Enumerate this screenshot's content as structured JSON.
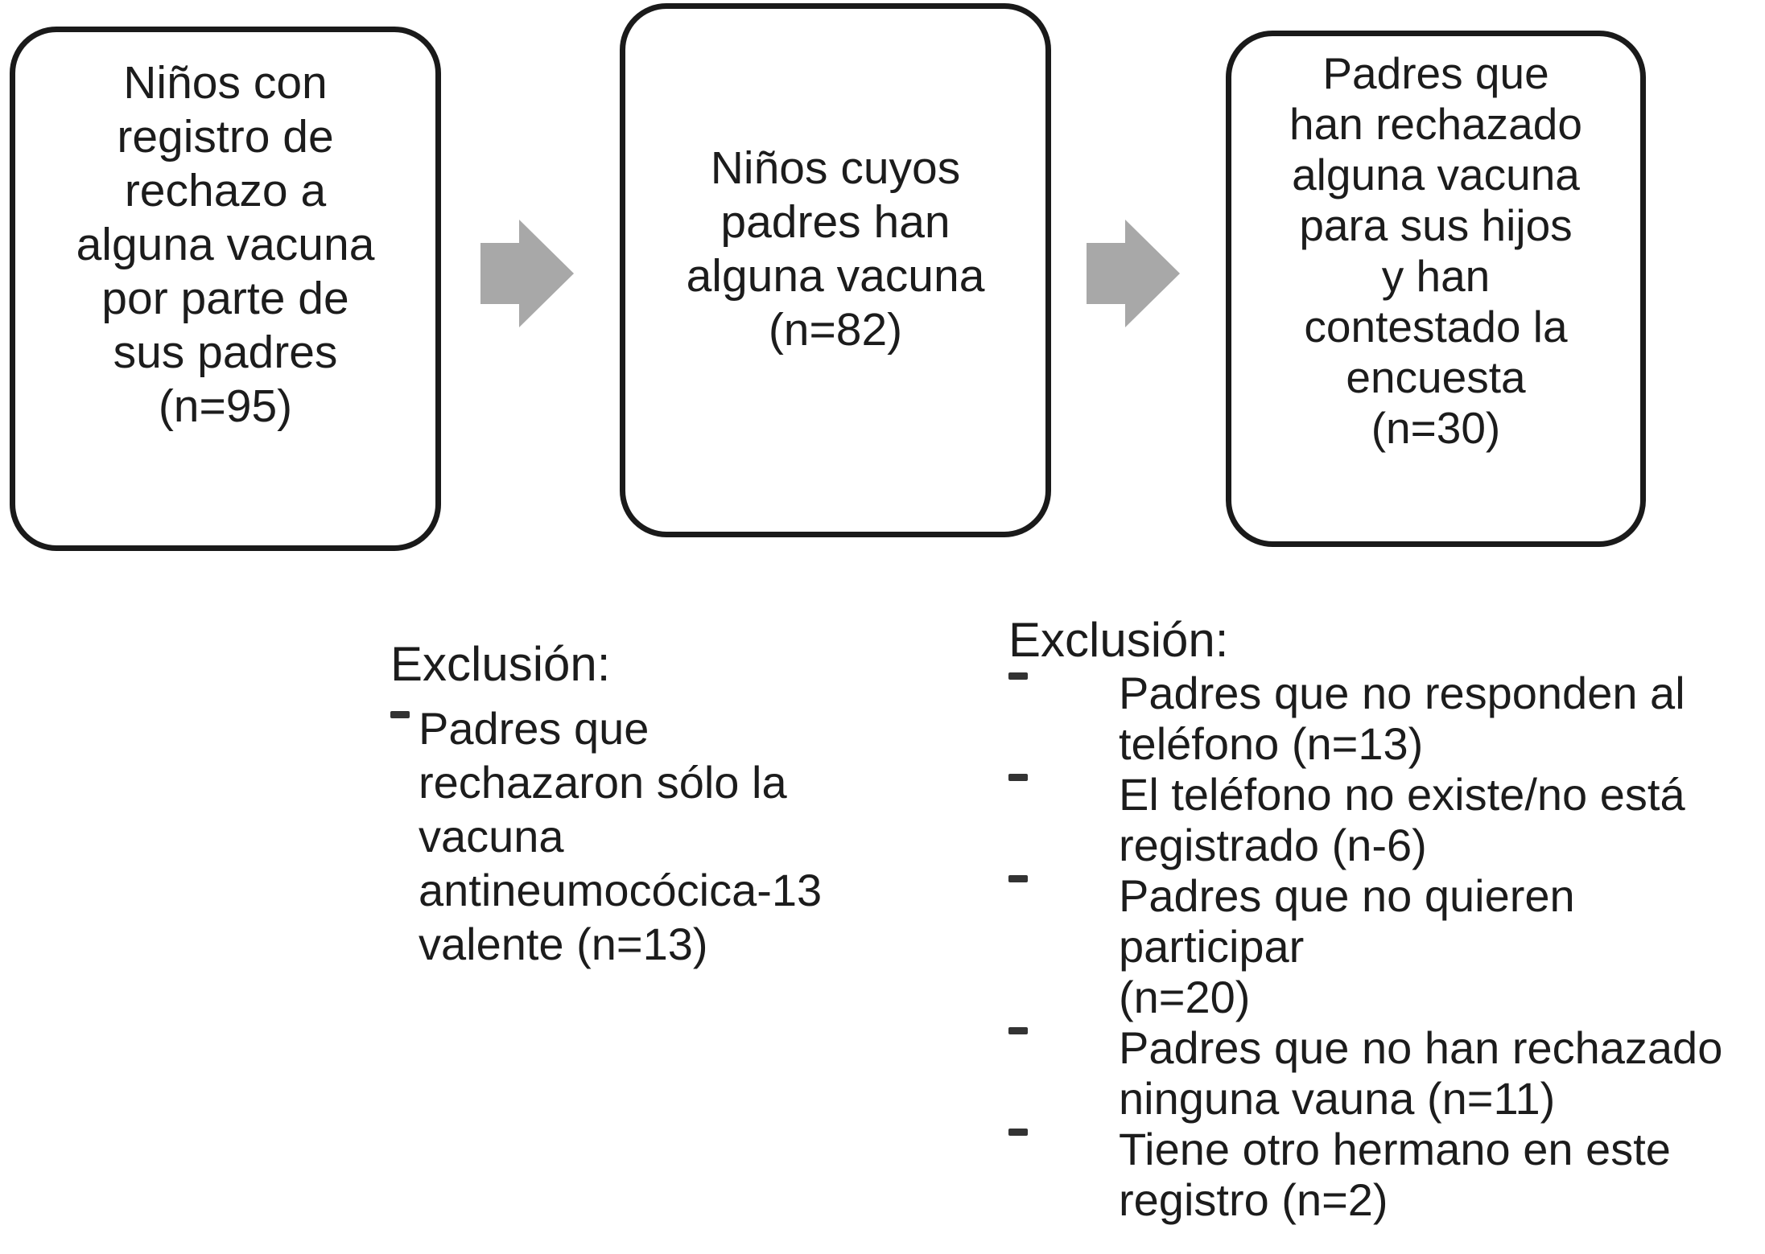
{
  "figure": {
    "boxes": [
      {
        "text": "Niños con\nregistro de\nrechazo a\nalguna vacuna\npor parte de\nsus padres\n(n=95)"
      },
      {
        "text": "Niños cuyos\npadres han\nalguna vacuna\n(n=82)"
      },
      {
        "text": "Padres que\nhan rechazado\nalguna vacuna\npara sus hijos\ny han\ncontestado la\nencuesta\n(n=30)"
      }
    ],
    "exclusion_left": {
      "title": "Exclusión:",
      "items": [
        "Padres que\nrechazaron sólo la\nvacuna\nantineumocócica-13\nvalente (n=13)"
      ]
    },
    "exclusion_right": {
      "title": "Exclusión:",
      "items": [
        "Padres que no responden al\nteléfono (n=13)",
        "El teléfono no existe/no está\nregistrado (n-6)",
        "Padres que no quieren participar\n(n=20)",
        "Padres que no han rechazado\nninguna vauna (n=11)",
        "Tiene otro hermano en este\nregistro (n=2)"
      ]
    },
    "colors": {
      "border": "#1a1a1a",
      "text": "#1c1c1c",
      "arrow": "#a8a8a8",
      "bullet": "#333333"
    }
  }
}
